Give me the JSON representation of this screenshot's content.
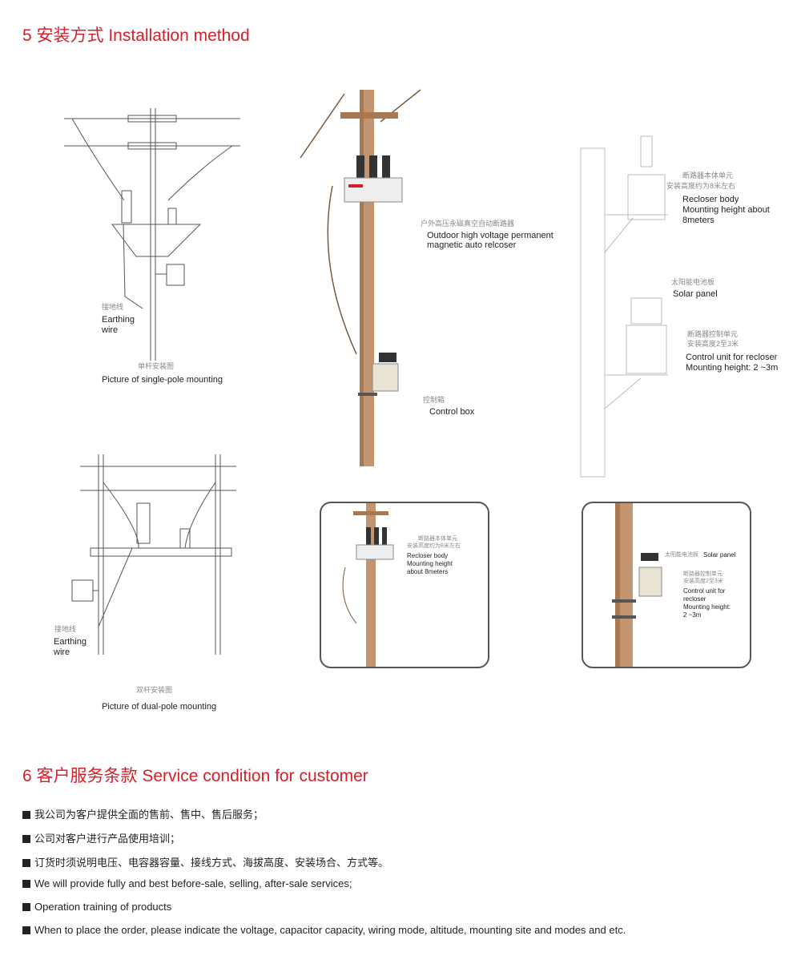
{
  "section5": {
    "title": "5  安装方式 Installation method",
    "single_pole": {
      "earthing_cn": "接地线",
      "earthing_en_1": "Earthing",
      "earthing_en_2": "wire",
      "caption_cn": "单杆安装图",
      "caption_en": "Picture of single-pole mounting"
    },
    "photo_pole": {
      "recloser_cn": "户外高压永磁真空自动断路器",
      "recloser_en_1": "Outdoor high voltage permanent",
      "recloser_en_2": "magnetic auto relcoser",
      "control_cn": "控制箱",
      "control_en": "Control box"
    },
    "right_diagram": {
      "body_cn_1": "断路器本体单元",
      "body_cn_2": "安装高度约为8米左右",
      "body_en_1": "Recloser body",
      "body_en_2": "Mounting height about",
      "body_en_3": "8meters",
      "solar_cn": "太阳能电池板",
      "solar_en": "Solar panel",
      "control_cn_1": "断路器控制单元",
      "control_cn_2": "安装高度2至3米",
      "control_en_1": "Control unit for recloser",
      "control_en_2": "Mounting height: 2 ~3m"
    },
    "dual_pole": {
      "earthing_cn": "接地线",
      "earthing_en_1": "Earthing",
      "earthing_en_2": "wire",
      "caption_cn": "双杆安装图",
      "caption_en": "Picture of dual-pole mounting"
    },
    "panel_left": {
      "body_cn_1": "断路器本体单元",
      "body_cn_2": "安装高度约为8米左右",
      "body_en_1": "Recloser body",
      "body_en_2": "Mounting height",
      "body_en_3": "about 8meters"
    },
    "panel_right": {
      "solar_cn": "太阳能电池板",
      "solar_en": "Solar panel",
      "control_cn_1": "断路器控制单元",
      "control_cn_2": "安装高度2至3米",
      "control_en_1": "Control unit for",
      "control_en_2": "recloser",
      "control_en_3": "Mounting height:",
      "control_en_4": "2 ~3m"
    }
  },
  "section6": {
    "title": "6  客户服务条款 Service condition for customer",
    "items": [
      "我公司为客户提供全面的售前、售中、售后服务；",
      "公司对客户进行产品使用培训；",
      "订货时须说明电压、电容器容量、接线方式、海拔高度、安装场合、方式等。",
      "We will provide fully and best before-sale, selling, after-sale services;",
      "Operation training of products",
      "When to place the order, please indicate the voltage, capacitor capacity, wiring mode, altitude, mounting site and modes and etc."
    ]
  },
  "colors": {
    "accent": "#d4202a",
    "pole": "#b8875a",
    "line": "#555555"
  }
}
